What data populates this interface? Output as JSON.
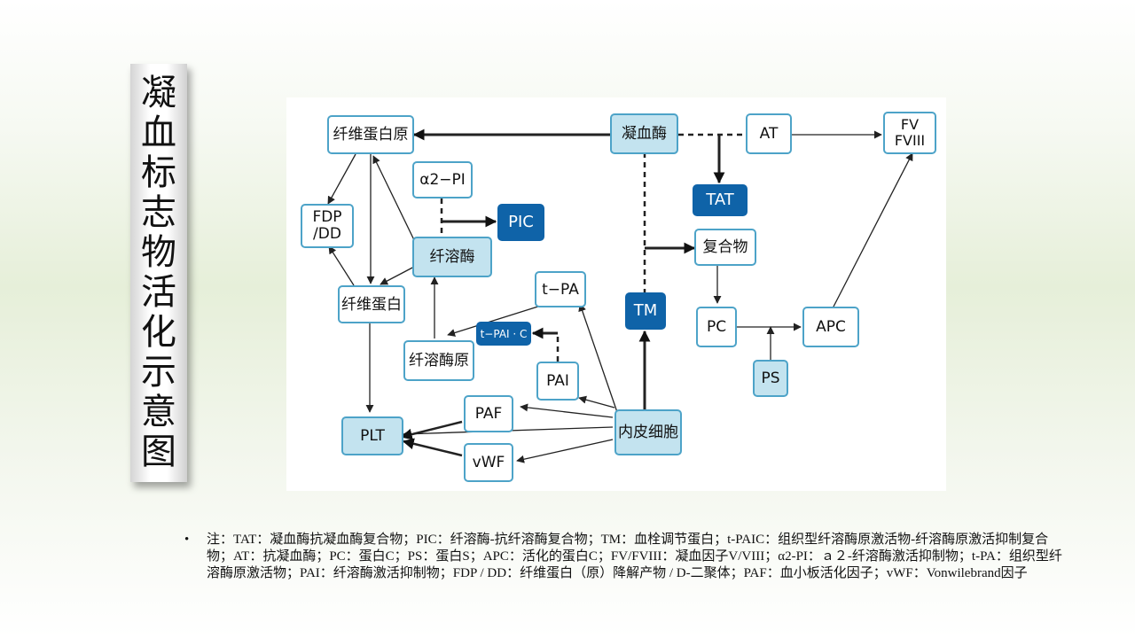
{
  "title_chars": [
    "凝",
    "血",
    "标",
    "志",
    "物",
    "活",
    "化",
    "示",
    "意",
    "图"
  ],
  "nodes": {
    "fibrinogen": "纤维蛋白原",
    "thrombin": "凝血酶",
    "at": "AT",
    "fv_fviii": "FV\nFVIII",
    "a2pi": "α2−PI",
    "tat": "TAT",
    "fdp_dd": "FDP\n/DD",
    "pic": "PIC",
    "plasmin": "纤溶酶",
    "complex": "复合物",
    "fibrin": "纤维蛋白",
    "tpa": "t−PA",
    "tm": "TM",
    "tpai_c": "t−PAI · C",
    "pc": "PC",
    "apc": "APC",
    "plasminogen": "纤溶酶原",
    "pai": "PAI",
    "ps": "PS",
    "paf": "PAF",
    "endothelial": "内皮细胞",
    "plt": "PLT",
    "vwf": "vWF"
  },
  "note": {
    "bullet": "•",
    "text": "注：TAT：凝血酶抗凝血酶复合物；PIC：纤溶酶-抗纤溶酶复合物；TM：血栓调节蛋白；t-PAIC：组织型纤溶酶原激活物-纤溶酶原激活抑制复合物；AT：抗凝血酶；PC：蛋白C；PS：蛋白S；APC：活化的蛋白C；FV/FVIII：凝血因子V/VIII；α2-PI：ａ２-纤溶酶激活抑制物；t-PA：组织型纤溶酶原激活物；PAI：纤溶酶激活抑制物；FDP / DD：纤维蛋白（原）降解产物 / D-二聚体；PAF：血小板活化因子；vWF：Vonwilebrand因子"
  }
}
